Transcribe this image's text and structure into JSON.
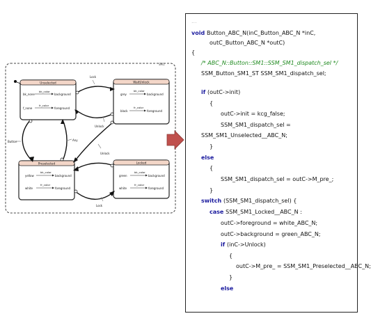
{
  "diagram": {
    "root_label": "SM1",
    "states": [
      {
        "id": "unselected",
        "name": "Unselected",
        "ports": [
          {
            "input": "bk_none",
            "var": "bk_color",
            "output": "background"
          },
          {
            "input": "f_none",
            "var": "fr_color",
            "output": "foreground"
          }
        ]
      },
      {
        "id": "waitunlock",
        "name": "WaitUnlock",
        "ports": [
          {
            "input": "grey",
            "var": "bk_color",
            "output": "background"
          },
          {
            "input": "black",
            "var": "fr_color",
            "output": "foreground"
          }
        ]
      },
      {
        "id": "preselected",
        "name": "Preselected",
        "ports": [
          {
            "input": "yellow",
            "var": "bk_color",
            "output": "background"
          },
          {
            "input": "white",
            "var": "fr_color",
            "output": "foreground"
          }
        ]
      },
      {
        "id": "locked",
        "name": "Locked",
        "ports": [
          {
            "input": "green",
            "var": "bk_color",
            "output": "background"
          },
          {
            "input": "white",
            "var": "fr_color",
            "output": "foreground"
          }
        ]
      }
    ],
    "transitions": {
      "lock_top": "Lock",
      "unlock_mid": "Unlock",
      "button": "Button",
      "any": "Any",
      "unlock_bottom": "Unlock",
      "lock_bottom": "Lock"
    }
  },
  "code": {
    "lines": [
      {
        "indent": 0,
        "parts": [
          {
            "t": "dim",
            "s": "..."
          }
        ]
      },
      {
        "indent": 0,
        "parts": [
          {
            "t": "kw",
            "s": "void "
          },
          {
            "t": "n",
            "s": "Button_ABC_N(inC_Button_ABC_N *inC,"
          }
        ]
      },
      {
        "indent": 2,
        "parts": [
          {
            "t": "n",
            "s": "outC_Button_ABC_N *outC)"
          }
        ]
      },
      {
        "indent": 0,
        "parts": [
          {
            "t": "n",
            "s": "{"
          }
        ]
      },
      {
        "indent": 1,
        "parts": [
          {
            "t": "cm",
            "s": "/* ABC_N::Button::SM1::SSM_SM1_dispatch_sel */"
          }
        ]
      },
      {
        "indent": 1,
        "parts": [
          {
            "t": "n",
            "s": "SSM_Button_SM1_ST SSM_SM1_dispatch_sel;"
          }
        ]
      },
      {
        "indent": 1,
        "parts": [
          {
            "t": "kw",
            "s": "if "
          },
          {
            "t": "n",
            "s": "(outC->init)"
          }
        ]
      },
      {
        "indent": 2,
        "parts": [
          {
            "t": "n",
            "s": "{"
          }
        ]
      },
      {
        "indent": 3,
        "parts": [
          {
            "t": "n",
            "s": "outC->init = kcg_false;"
          }
        ]
      },
      {
        "indent": 3,
        "parts": [
          {
            "t": "n",
            "s": "SSM_SM1_dispatch_sel ="
          }
        ]
      },
      {
        "indent": 1,
        "parts": [
          {
            "t": "n",
            "s": "SSM_SM1_Unselected__ABC_N;"
          }
        ]
      },
      {
        "indent": 2,
        "parts": [
          {
            "t": "n",
            "s": "}"
          }
        ]
      },
      {
        "indent": 1,
        "parts": [
          {
            "t": "kw",
            "s": "else"
          }
        ]
      },
      {
        "indent": 2,
        "parts": [
          {
            "t": "n",
            "s": "{"
          }
        ]
      },
      {
        "indent": 3,
        "parts": [
          {
            "t": "n",
            "s": "SSM_SM1_dispatch_sel = outC->M_pre_;"
          }
        ]
      },
      {
        "indent": 2,
        "parts": [
          {
            "t": "n",
            "s": "}"
          }
        ]
      },
      {
        "indent": 1,
        "parts": [
          {
            "t": "kw",
            "s": "switch "
          },
          {
            "t": "n",
            "s": "(SSM_SM1_dispatch_sel) {"
          }
        ]
      },
      {
        "indent": 2,
        "parts": [
          {
            "t": "kw",
            "s": "case "
          },
          {
            "t": "n",
            "s": "SSM_SM1_Locked__ABC_N :"
          }
        ]
      },
      {
        "indent": 3,
        "parts": [
          {
            "t": "n",
            "s": "outC->foreground = white_ABC_N;"
          }
        ]
      },
      {
        "indent": 3,
        "parts": [
          {
            "t": "n",
            "s": "outC->background = green_ABC_N;"
          }
        ]
      },
      {
        "indent": 3,
        "parts": [
          {
            "t": "kw",
            "s": "if "
          },
          {
            "t": "n",
            "s": "(inC->Unlock)"
          }
        ]
      },
      {
        "indent": 4,
        "parts": [
          {
            "t": "n",
            "s": "{"
          }
        ]
      },
      {
        "indent": 5,
        "parts": [
          {
            "t": "n",
            "s": "outC->M_pre_ = SSM_SM1_Preselected__ABC_N;"
          }
        ]
      },
      {
        "indent": 4,
        "parts": [
          {
            "t": "n",
            "s": "}"
          }
        ]
      },
      {
        "indent": 3,
        "parts": [
          {
            "t": "kw",
            "s": "else"
          }
        ]
      }
    ]
  },
  "colors": {
    "state_header": "#f3d6c8",
    "arrow_fill": "#c0504d",
    "keyword": "#1a1a9e",
    "comment": "#1f8a1f"
  }
}
